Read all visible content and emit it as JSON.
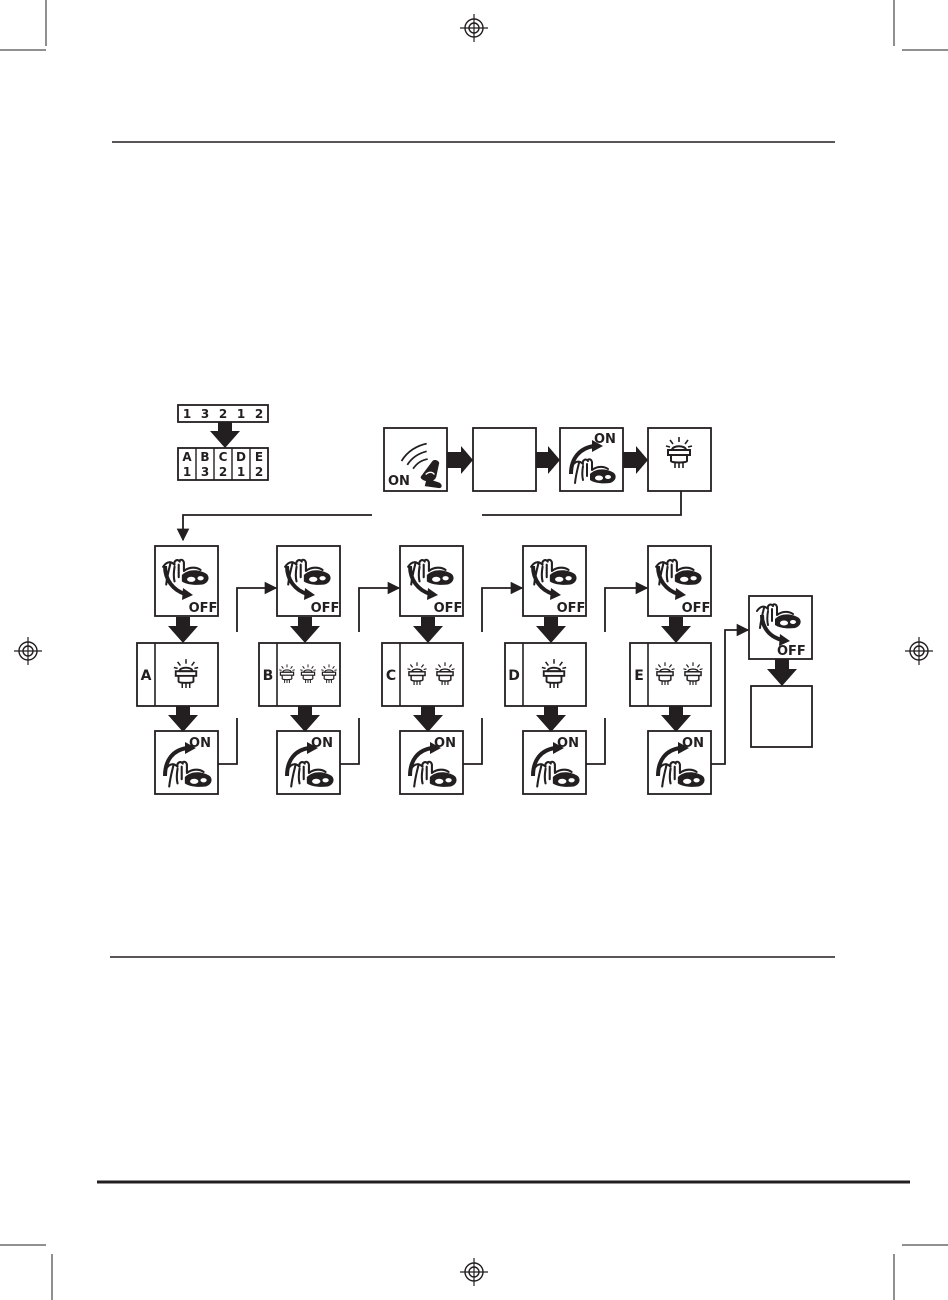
{
  "code_table": {
    "sequence": [
      "1",
      "3",
      "2",
      "1",
      "2"
    ],
    "columns": [
      {
        "letter": "A",
        "count": "1"
      },
      {
        "letter": "B",
        "count": "3"
      },
      {
        "letter": "C",
        "count": "2"
      },
      {
        "letter": "D",
        "count": "1"
      },
      {
        "letter": "E",
        "count": "2"
      }
    ]
  },
  "top_sequence": {
    "remote_on_label": "ON",
    "ignition_on_label": "ON"
  },
  "steps": [
    {
      "letter": "A",
      "off_label": "OFF",
      "on_label": "ON",
      "flashes": 1
    },
    {
      "letter": "B",
      "off_label": "OFF",
      "on_label": "ON",
      "flashes": 3
    },
    {
      "letter": "C",
      "off_label": "OFF",
      "on_label": "ON",
      "flashes": 2
    },
    {
      "letter": "D",
      "off_label": "OFF",
      "on_label": "ON",
      "flashes": 1
    },
    {
      "letter": "E",
      "off_label": "OFF",
      "on_label": "ON",
      "flashes": 2
    }
  ],
  "final_off_label": "OFF",
  "colors": {
    "ink": "#231f20",
    "background": "#ffffff"
  }
}
